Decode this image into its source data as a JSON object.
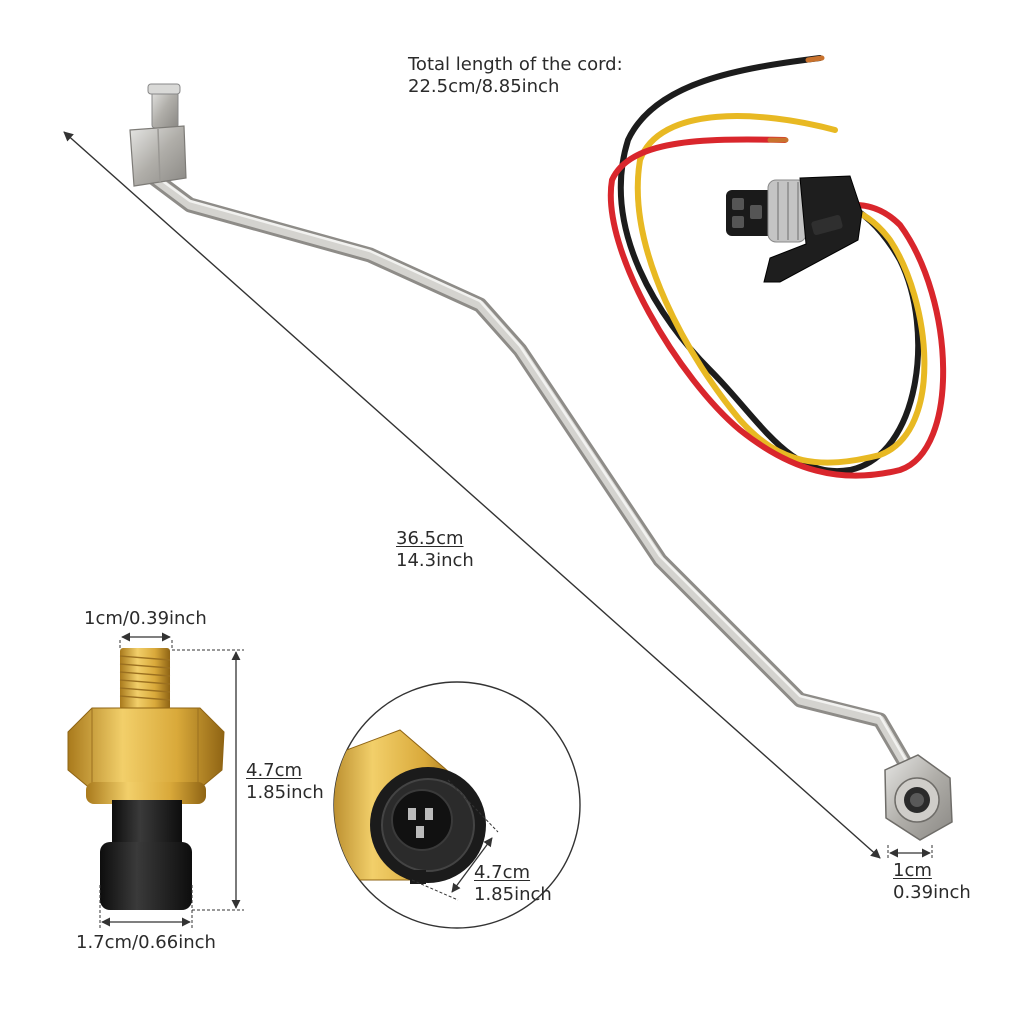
{
  "cord": {
    "title": "Total length of the cord:",
    "length": "22.5cm/8.85inch"
  },
  "tube": {
    "length_cm": "36.5cm",
    "length_in": "14.3inch",
    "end_cm": "1cm",
    "end_in": "0.39inch"
  },
  "sensor": {
    "thread_width": "1cm/0.39inch",
    "height_cm": "4.7cm",
    "height_in": "1.85inch",
    "base_width": "1.7cm/0.66inch"
  },
  "connector": {
    "width_cm": "4.7cm",
    "width_in": "1.85inch"
  },
  "colors": {
    "wire_black": "#1c1c1c",
    "wire_yellow": "#e8b923",
    "wire_red": "#d9262c",
    "brass": "#d9a93a",
    "steel": "#b8b6b2"
  }
}
